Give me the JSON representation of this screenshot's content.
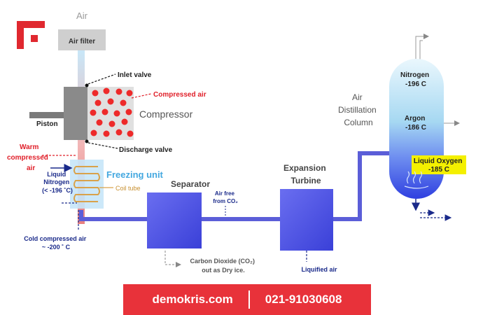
{
  "labels": {
    "air": "Air",
    "air_filter": "Air filter",
    "inlet_valve": "Inlet valve",
    "compressed_air": "Compressed air",
    "compressor": "Compressor",
    "piston": "Piston",
    "discharge_valve": "Discharge valve",
    "warm_compressed_air": [
      "Warm",
      "compressed",
      "air"
    ],
    "liquid_nitrogen": [
      "Liquid",
      "Nitrogen",
      "(< -196 ˚C)"
    ],
    "freezing_unit": "Freezing unit",
    "coil_tube": "Coil tube",
    "cold_compressed_air": [
      "Cold compressed air",
      "~ -200 ˚ C"
    ],
    "separator": "Separator",
    "air_free": [
      "Air free",
      "from CO₂"
    ],
    "carbon_dioxide": [
      "Carbon Dioxide (CO₂)",
      "out as Dry ice."
    ],
    "expansion_turbine": [
      "Expansion",
      "Turbine"
    ],
    "liquified_air": "Liquified air",
    "air_distillation_column": [
      "Air",
      "Distillation",
      "Column"
    ],
    "nitrogen": [
      "Nitrogen",
      "-196 C"
    ],
    "argon": [
      "Argon",
      "-186 C"
    ],
    "liquid_oxygen": [
      "Liquid Oxygen",
      "-185 C"
    ]
  },
  "footer": {
    "website": "demokris.com",
    "phone": "021-91030608"
  },
  "colors": {
    "brand_red": "#e8323a",
    "pipe_blue": "#5b5ed8",
    "vessel_blue": "#4a58e0",
    "dark_label": "#202020",
    "navy_label": "#1a2a8a",
    "red_label": "#e0202a",
    "freeze_label": "#44a8e0",
    "highlight_yellow": "#f4f000"
  }
}
